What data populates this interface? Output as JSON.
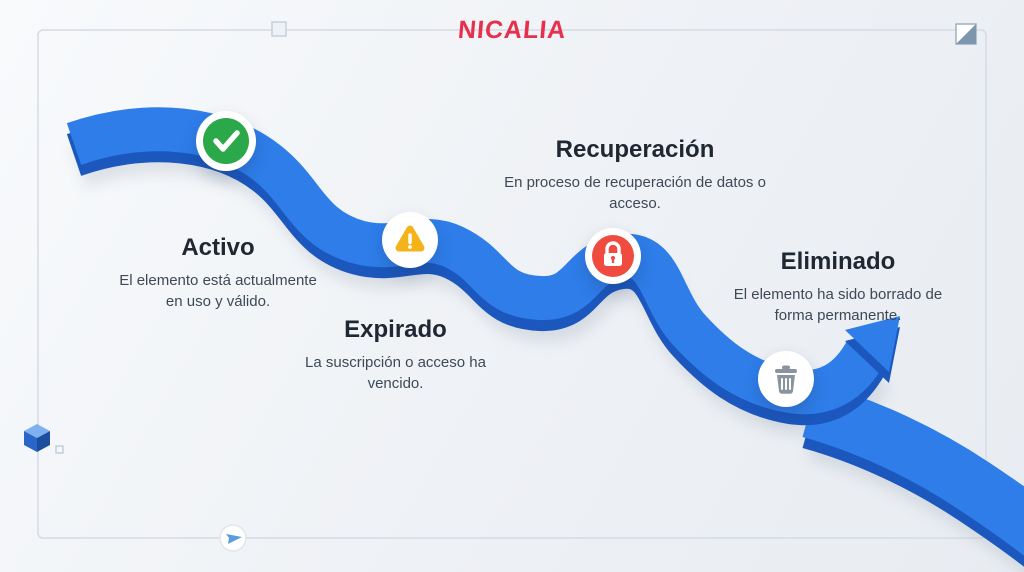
{
  "logo": {
    "text": "NICALIA"
  },
  "colors": {
    "ribbon_main": "#2e7de9",
    "ribbon_dark": "#1b57bd",
    "check_green": "#2aa84a",
    "warning_yellow": "#f5b31b",
    "lock_red": "#ef4b3f",
    "trash_gray": "#8a949f",
    "logo_red": "#e7304e"
  },
  "stages": [
    {
      "id": "activo",
      "title": "Activo",
      "description": "El elemento está actualmente en uso y válido.",
      "icon": "check-icon"
    },
    {
      "id": "expirado",
      "title": "Expirado",
      "description": "La suscripción o acceso ha vencido.",
      "icon": "warning-icon"
    },
    {
      "id": "recuperacion",
      "title": "Recuperación",
      "description": "En proceso de recuperación de datos o acceso.",
      "icon": "lock-icon"
    },
    {
      "id": "eliminado",
      "title": "Eliminado",
      "description": "El elemento ha sido borrado de forma permanente.",
      "icon": "trash-icon"
    }
  ]
}
